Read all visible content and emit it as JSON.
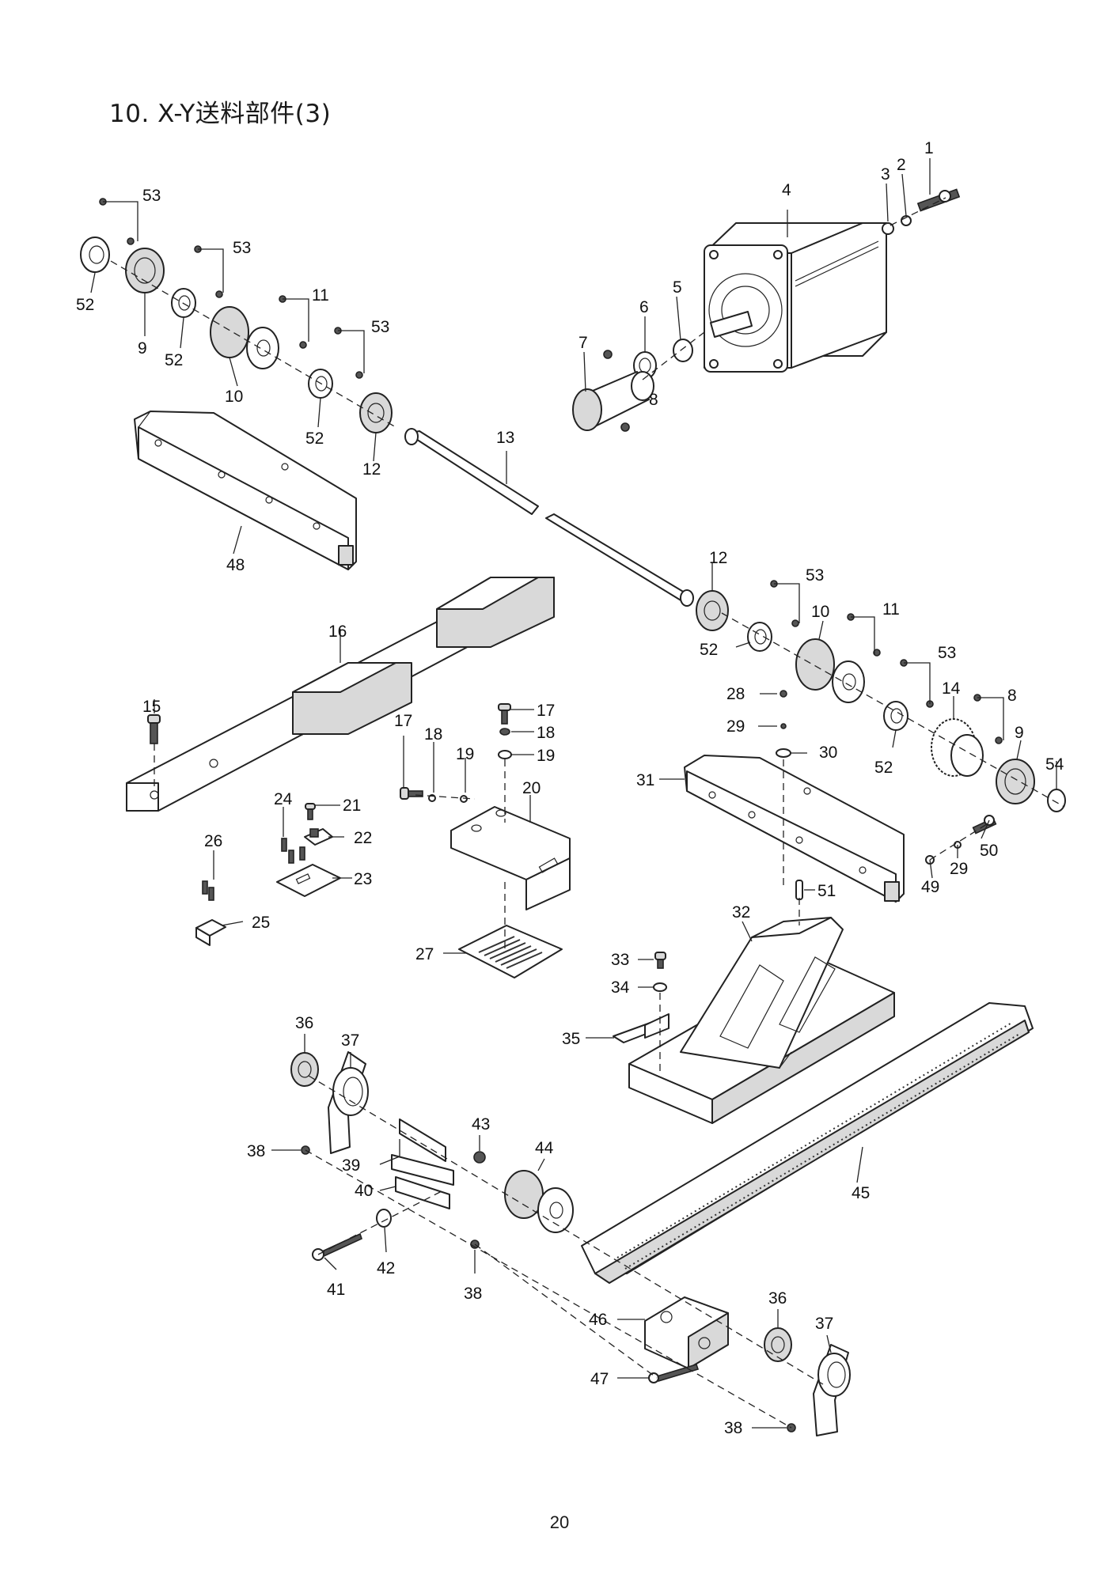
{
  "title": "10. X-Y送料部件(3)",
  "page_number": "20",
  "callouts": {
    "c1": "1",
    "c2": "2",
    "c3": "3",
    "c4": "4",
    "c5": "5",
    "c6": "6",
    "c7": "7",
    "c8a": "8",
    "c53a": "53",
    "c52a": "52",
    "c9a": "9",
    "c53b": "53",
    "c52b": "52",
    "c11a": "11",
    "c10a": "10",
    "c53c": "53",
    "c52c": "52",
    "c12a": "12",
    "c13": "13",
    "c48": "48",
    "c12b": "12",
    "c53d": "53",
    "c52d": "52",
    "c10b": "10",
    "c11b": "11",
    "c53e": "53",
    "c14": "14",
    "c8b": "8",
    "c28": "28",
    "c29a": "29",
    "c30": "30",
    "c52e": "52",
    "c9b": "9",
    "c54": "54",
    "c16": "16",
    "c15": "15",
    "c17a": "17",
    "c18a": "18",
    "c19a": "19",
    "c17b": "17",
    "c18b": "18",
    "c19b": "19",
    "c20": "20",
    "c31": "31",
    "c50": "50",
    "c29b": "29",
    "c49": "49",
    "c24": "24",
    "c21": "21",
    "c22": "22",
    "c23": "23",
    "c26": "26",
    "c25": "25",
    "c27": "27",
    "c51": "51",
    "c32": "32",
    "c33": "33",
    "c34": "34",
    "c35": "35",
    "c36a": "36",
    "c37a": "37",
    "c38a": "38",
    "c43": "43",
    "c44": "44",
    "c39": "39",
    "c40": "40",
    "c41": "41",
    "c42": "42",
    "c38b": "38",
    "c45": "45",
    "c46": "46",
    "c36b": "36",
    "c37b": "37",
    "c47": "47",
    "c38c": "38"
  }
}
